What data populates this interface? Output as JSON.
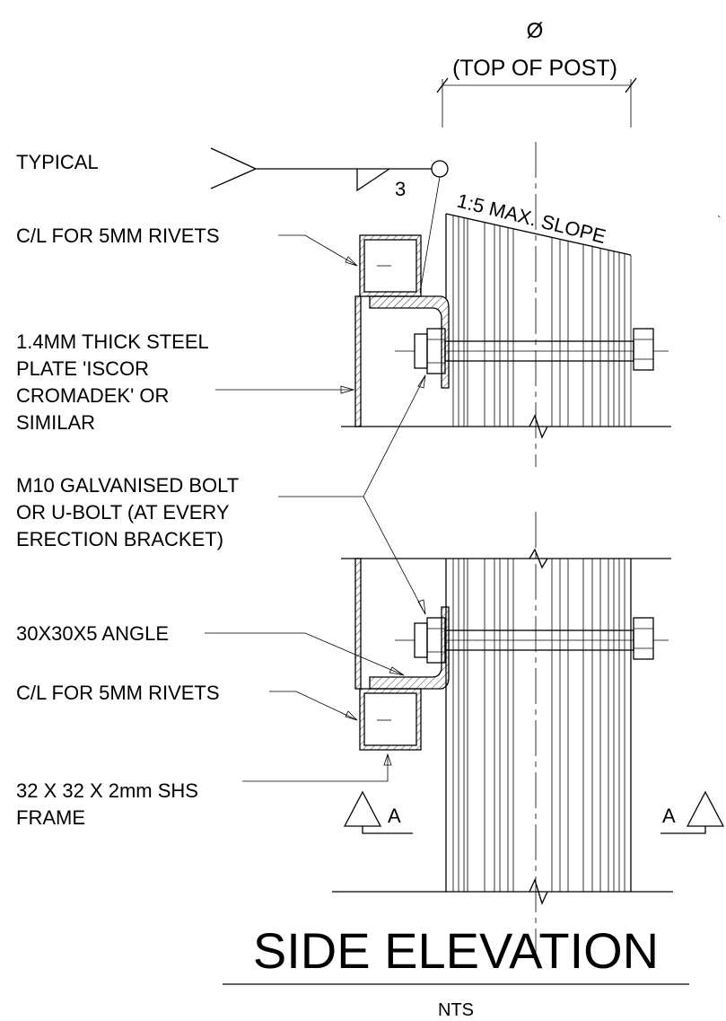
{
  "diameter_symbol": "Ø",
  "dimension_label": "(TOP OF POST)",
  "weld_label": "TYPICAL",
  "weld_size": "3",
  "slope_label": "1:5 MAX. SLOPE",
  "rivets_label_top": "C/L FOR 5MM RIVETS",
  "plate_label": [
    "1.4MM THICK STEEL",
    "PLATE 'ISCOR",
    "CROMADEK' OR",
    "SIMILAR"
  ],
  "bolt_label": [
    "M10 GALVANISED BOLT",
    "OR U-BOLT (AT EVERY",
    "ERECTION BRACKET)"
  ],
  "angle_label": "30X30X5 ANGLE",
  "rivets_label_bottom": "C/L FOR 5MM RIVETS",
  "frame_label": [
    "32 X 32 X 2mm SHS",
    "FRAME"
  ],
  "section_left": "A",
  "section_right": "A",
  "title": "SIDE ELEVATION",
  "scale": "NTS"
}
